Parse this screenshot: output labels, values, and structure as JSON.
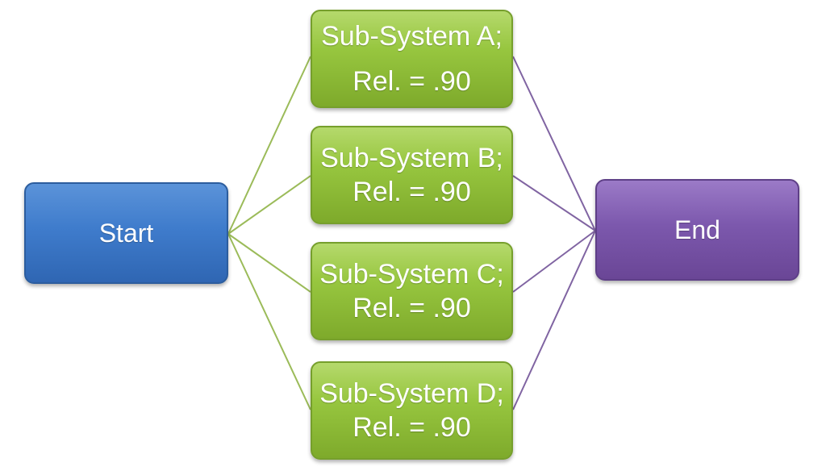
{
  "diagram": {
    "start_label": "Start",
    "end_label": "End",
    "subsystems": [
      {
        "name": "Sub-System A;",
        "reliability": "Rel. = .90"
      },
      {
        "name": "Sub-System B;",
        "reliability": "Rel. = .90"
      },
      {
        "name": "Sub-System C;",
        "reliability": "Rel. = .90"
      },
      {
        "name": "Sub-System D;",
        "reliability": "Rel. = .90"
      }
    ],
    "colors": {
      "start": "#3f7ccc",
      "end": "#7c58ad",
      "subsystem": "#97c63f",
      "connector_in": "#9bbb59",
      "connector_out": "#8064a2"
    }
  }
}
